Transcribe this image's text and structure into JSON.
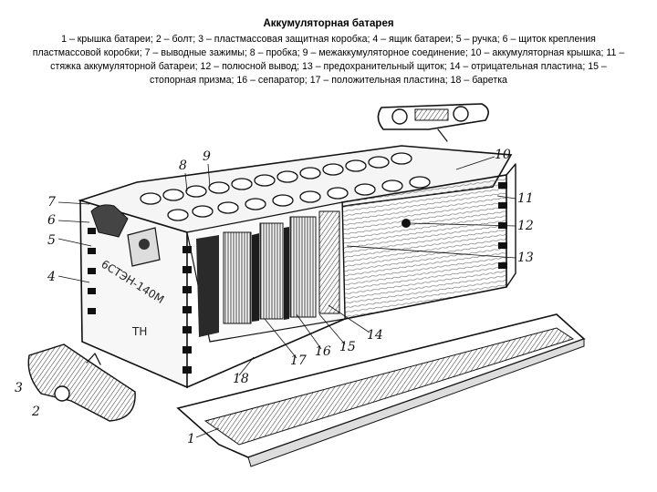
{
  "title": "Аккумуляторная батарея",
  "caption": "1 – крышка батареи; 2 – болт; 3 – пластмассовая защитная коробка; 4 – ящик батареи; 5 – ручка; 6 – щиток крепления пластмассовой коробки; 7 – выводные зажимы; 8 – пробка; 9 – межаккумуляторное соединение; 10 – аккумуляторная крышка; 11 – стяжка аккумуляторной батареи; 12 – полюсной вывод; 13 – предохранительный щиток; 14 – отрицательная пластина; 15 – стопорная призма; 16 – сепаратор; 17 – положительная пластина; 18 – баретка",
  "callouts": [
    "7",
    "6",
    "5",
    "4",
    "8",
    "9",
    "10",
    "11",
    "12",
    "13",
    "14",
    "15",
    "16",
    "17",
    "18",
    "1",
    "2",
    "3"
  ],
  "box_markings": [
    "6СТЭН-140М",
    "ТН"
  ]
}
